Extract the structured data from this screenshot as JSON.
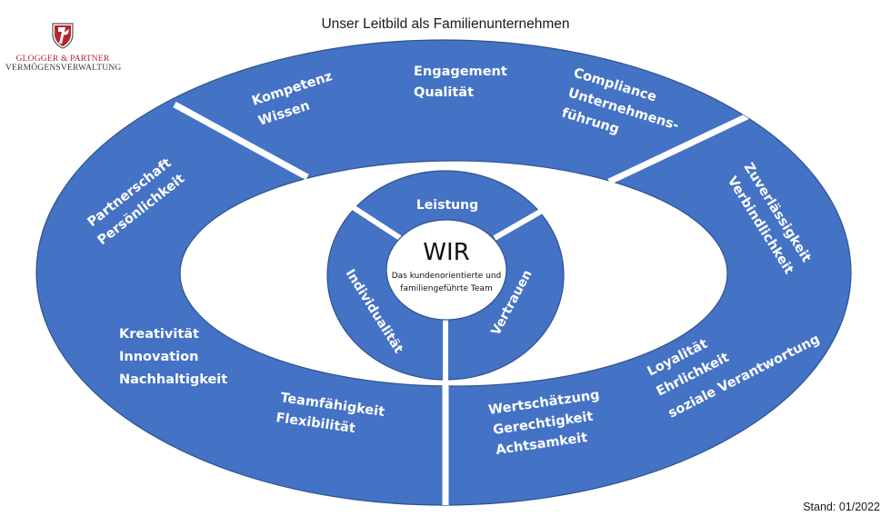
{
  "title": "Unser Leitbild als Familienunternehmen",
  "stand": "Stand: 01/2022",
  "logo": {
    "name": "GLOGGER & PARTNER",
    "subtitle": "VERMÖGENSVERWALTUNG",
    "icon": "crest-shield-icon",
    "colors": {
      "red": "#b2262f",
      "gray": "#3a3a3a"
    }
  },
  "colors": {
    "segment_fill": "#4472c4",
    "segment_stroke": "#2f528f",
    "background": "#ffffff"
  },
  "center": {
    "title": "WIR",
    "subtitle_lines": [
      "Das kundenorientierte und",
      "familiengeführte Team"
    ]
  },
  "inner_ring": [
    {
      "label": "Leistung"
    },
    {
      "label": "Vertrauen"
    },
    {
      "label": "Individualität"
    }
  ],
  "outer_ring": [
    {
      "id": "top",
      "lines": [
        "Kompetenz",
        "Wissen"
      ]
    },
    {
      "id": "top-mid",
      "lines": [
        "Engagement",
        "Qualität"
      ]
    },
    {
      "id": "top-right",
      "lines": [
        "Compliance",
        "Unternehmens-",
        "führung"
      ]
    },
    {
      "id": "right",
      "lines": [
        "Zuverlässigkeit",
        "Verbindlichkeit"
      ]
    },
    {
      "id": "bottom-right",
      "lines": [
        "Loyalität",
        "Ehrlichkeit",
        "soziale Verantwortung"
      ]
    },
    {
      "id": "bottom-mid-right",
      "lines": [
        "Wertschätzung",
        "Gerechtigkeit",
        "Achtsamkeit"
      ]
    },
    {
      "id": "bottom-left",
      "lines": [
        "Teamfähigkeit",
        "Flexibilität"
      ]
    },
    {
      "id": "left-low",
      "lines": [
        "Kreativität",
        "Innovation",
        "Nachhaltigkeit"
      ]
    },
    {
      "id": "left",
      "lines": [
        "Partnerschaft",
        "Persönlichkeit"
      ]
    }
  ]
}
